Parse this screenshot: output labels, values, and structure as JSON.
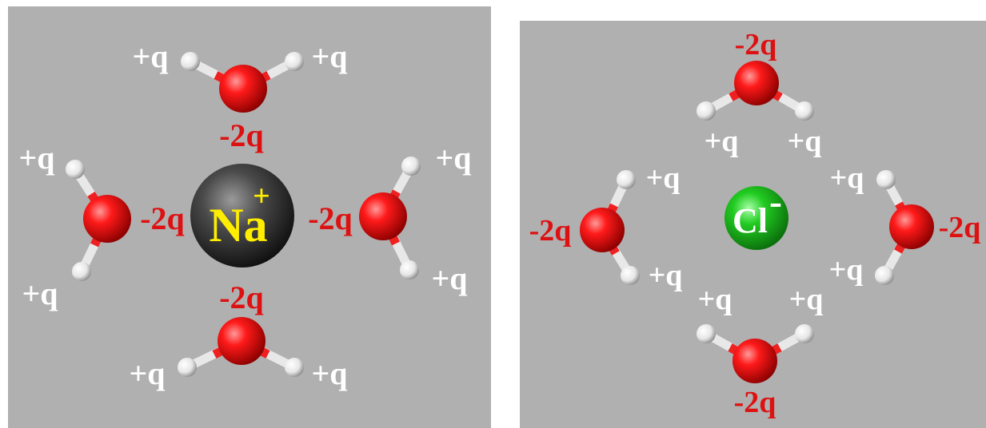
{
  "colors": {
    "panel_bg": "#b0b0b0",
    "oxygen": "#ff1a1a",
    "hydrogen": "#ffffff",
    "sodium": "#404040",
    "chloride": "#22cc22",
    "neg_label": "#dd1111",
    "pos_label": "#ffffff",
    "ion_label_na": "#ffee00",
    "ion_label_cl": "#ffffff"
  },
  "left_panel": {
    "ion": {
      "symbol": "Na",
      "charge": "+"
    },
    "charges": {
      "top": {
        "o": "-2q",
        "h1": "+q",
        "h2": "+q"
      },
      "left": {
        "o": "-2q",
        "h1": "+q",
        "h2": "+q"
      },
      "right": {
        "o": "-2q",
        "h1": "+q",
        "h2": "+q"
      },
      "bottom": {
        "o": "-2q",
        "h1": "+q",
        "h2": "+q"
      }
    }
  },
  "right_panel": {
    "ion": {
      "symbol": "Cl",
      "charge": "-"
    },
    "charges": {
      "top": {
        "o": "-2q",
        "h1": "+q",
        "h2": "+q"
      },
      "left": {
        "o": "-2q",
        "h1": "+q",
        "h2": "+q"
      },
      "right": {
        "o": "-2q",
        "h1": "+q",
        "h2": "+q"
      },
      "bottom": {
        "o": "-2q",
        "h1": "+q",
        "h2": "+q"
      }
    }
  }
}
